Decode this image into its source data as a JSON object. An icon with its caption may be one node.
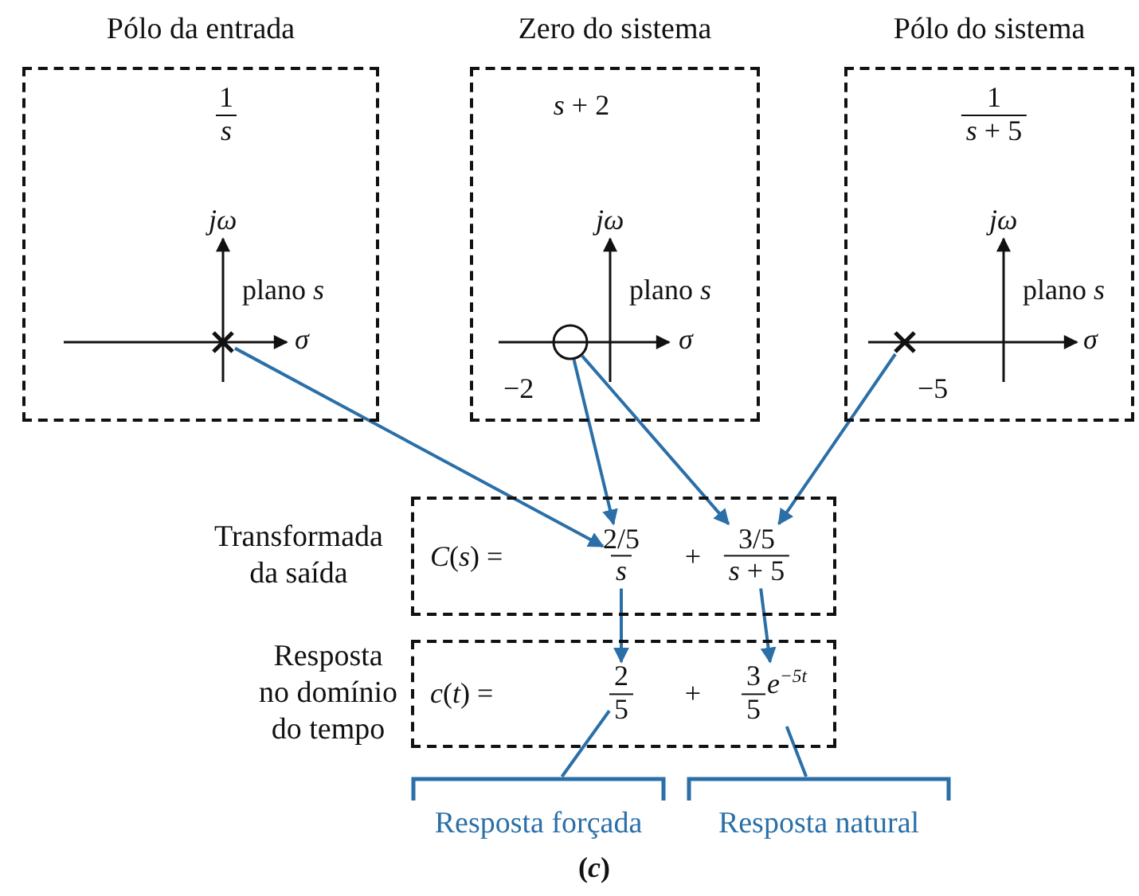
{
  "diagram": {
    "caption": "(*c*)",
    "nodes": [
      {
        "text": [
          "Pólo da entrada",
          "1",
          "*s*"
        ]
      },
      {
        "text": [],
        "shape": "cross",
        "in": 0
      },
      {
        "text": [
          "Zero do sistema",
          "*s* + 2"
        ]
      },
      {
        "text": [],
        "shape": "circle",
        "in": 2
      },
      {
        "text": [
          "Pólo do sistema",
          "1",
          "*s* + 5"
        ]
      },
      {
        "text": [],
        "shape": "cross",
        "in": 4
      },
      {
        "text": [
          "Transformada da saída",
          "*C*(*s*) =",
          "+"
        ]
      },
      {
        "text": [
          "2/5",
          "*s*"
        ],
        "in": 6
      },
      {
        "text": [
          "3/5",
          "*s* + 5"
        ],
        "in": 6
      },
      {
        "text": [
          "Resposta no domínio do tempo",
          "*c*(*t*) =",
          "+"
        ]
      },
      {
        "text": [
          "2",
          "5"
        ],
        "in": 9
      },
      {
        "text": [
          "3",
          "5",
          "*e*$^{−5t}$"
        ],
        "in": 9
      },
      {
        "text": [
          "Resposta forçada"
        ]
      },
      {
        "text": [
          "Resposta natural"
        ]
      }
    ],
    "edges": [
      {
        "from": 1,
        "to": 7,
        "arrow": "to"
      },
      {
        "from": 3,
        "to": 7,
        "arrow": "to"
      },
      {
        "from": 3,
        "to": 8,
        "arrow": "to"
      },
      {
        "from": 5,
        "to": 8,
        "arrow": "to"
      },
      {
        "from": 7,
        "to": 10,
        "arrow": "to"
      },
      {
        "from": 8,
        "to": 11,
        "arrow": "to"
      },
      {
        "from": 10,
        "to": 12,
        "arrow": "none"
      },
      {
        "from": 11,
        "to": 13,
        "arrow": "none"
      }
    ],
    "labels": [
      "jω",
      "plano *s*",
      "σ",
      "jω",
      "plano *s*",
      "σ",
      "−2",
      "jω",
      "plano *s*",
      "σ",
      "−5"
    ]
  }
}
